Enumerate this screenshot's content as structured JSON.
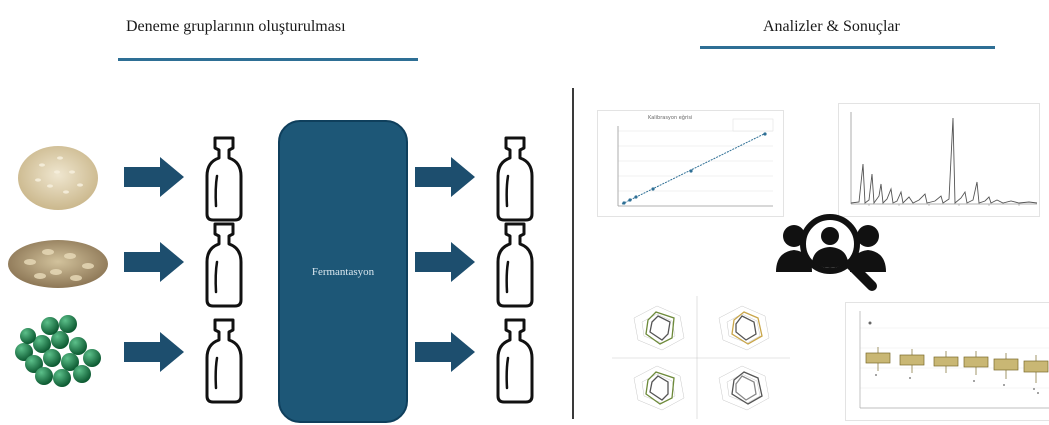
{
  "headings": {
    "left": "Deneme gruplarının oluşturulması",
    "right": "Analizler & Sonuçlar"
  },
  "process": {
    "center_label": "Fermantasyon",
    "rows": [
      {
        "sample": "sesame-seeds",
        "color": "#d8c9a6"
      },
      {
        "sample": "oat-flakes",
        "color": "#b6a07a"
      },
      {
        "sample": "green-pellets",
        "color": "#1f7a4a"
      }
    ]
  },
  "results": {
    "calibration_title": "Kalibrasyon eğrisi",
    "icon": "search-users-icon"
  },
  "colors": {
    "accent": "#2e6f95",
    "arrow": "#1d4e6e",
    "box": "#1d5777"
  }
}
